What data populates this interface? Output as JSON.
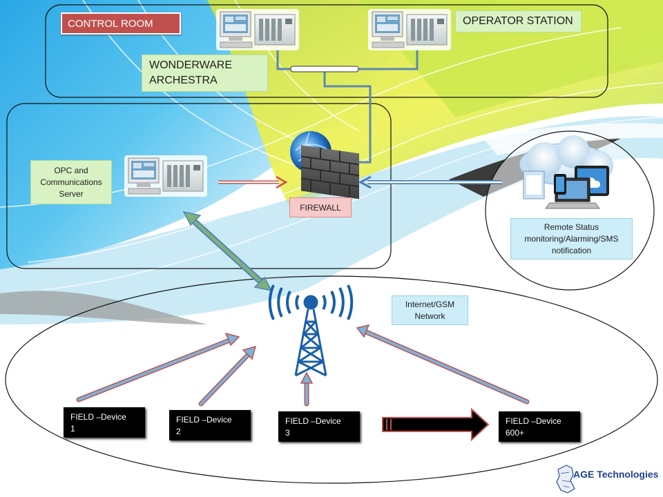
{
  "labels": {
    "control_room": "CONTROL ROOM",
    "operator_station": "OPERATOR STATION",
    "wonderware_line1": "WONDERWARE",
    "wonderware_line2": "ARCHESTRA",
    "opc_line1": "OPC and",
    "opc_line2": "Communications",
    "opc_line3": "Server",
    "firewall": "FIREWALL",
    "remote_line1": "Remote Status",
    "remote_line2": "monitoring/Alarming/SMS",
    "remote_line3": "notification",
    "network_line1": "Internet/GSM",
    "network_line2": "Network"
  },
  "field_devices": [
    {
      "line1": "FIELD –Device",
      "line2": "1"
    },
    {
      "line1": "FIELD –Device",
      "line2": "2"
    },
    {
      "line1": "FIELD –Device",
      "line2": "3"
    },
    {
      "line1": "FIELD –Device",
      "line2": "600+"
    }
  ],
  "logo": {
    "text": "AGE Technologies"
  },
  "icons": [
    "workstation-icon",
    "firewall-icon",
    "cloud-devices-icon",
    "radio-tower-icon",
    "logo-map-icon"
  ]
}
